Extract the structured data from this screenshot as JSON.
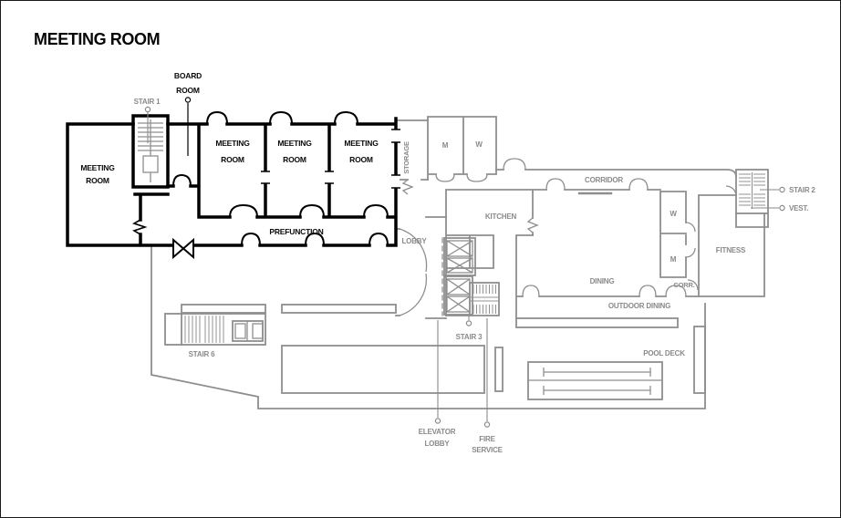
{
  "title": "MEETING ROOM",
  "colors": {
    "primary_wall": "#000000",
    "secondary_wall": "#8e8e8e",
    "secondary_text": "#8a8a8a",
    "background": "#ffffff"
  },
  "labels": {
    "meeting": "MEETING",
    "room": "ROOM",
    "board": "BOARD",
    "prefunction": "PREFUNCTION",
    "stair1": "STAIR 1",
    "stair2": "STAIR 2",
    "stair3": "STAIR 3",
    "stair6": "STAIR 6",
    "storage": "STORAGE",
    "mens": "M",
    "womens": "W",
    "corridor": "CORRIDOR",
    "corr_abbrev": "CORR.",
    "kitchen": "KITCHEN",
    "lobby": "LOBBY",
    "dining": "DINING",
    "fitness": "FITNESS",
    "vest": "VEST.",
    "outdoor_dining": "OUTDOOR DINING",
    "pool_deck": "POOL DECK",
    "elevator": "ELEVATOR",
    "fire": "FIRE",
    "service": "SERVICE"
  }
}
